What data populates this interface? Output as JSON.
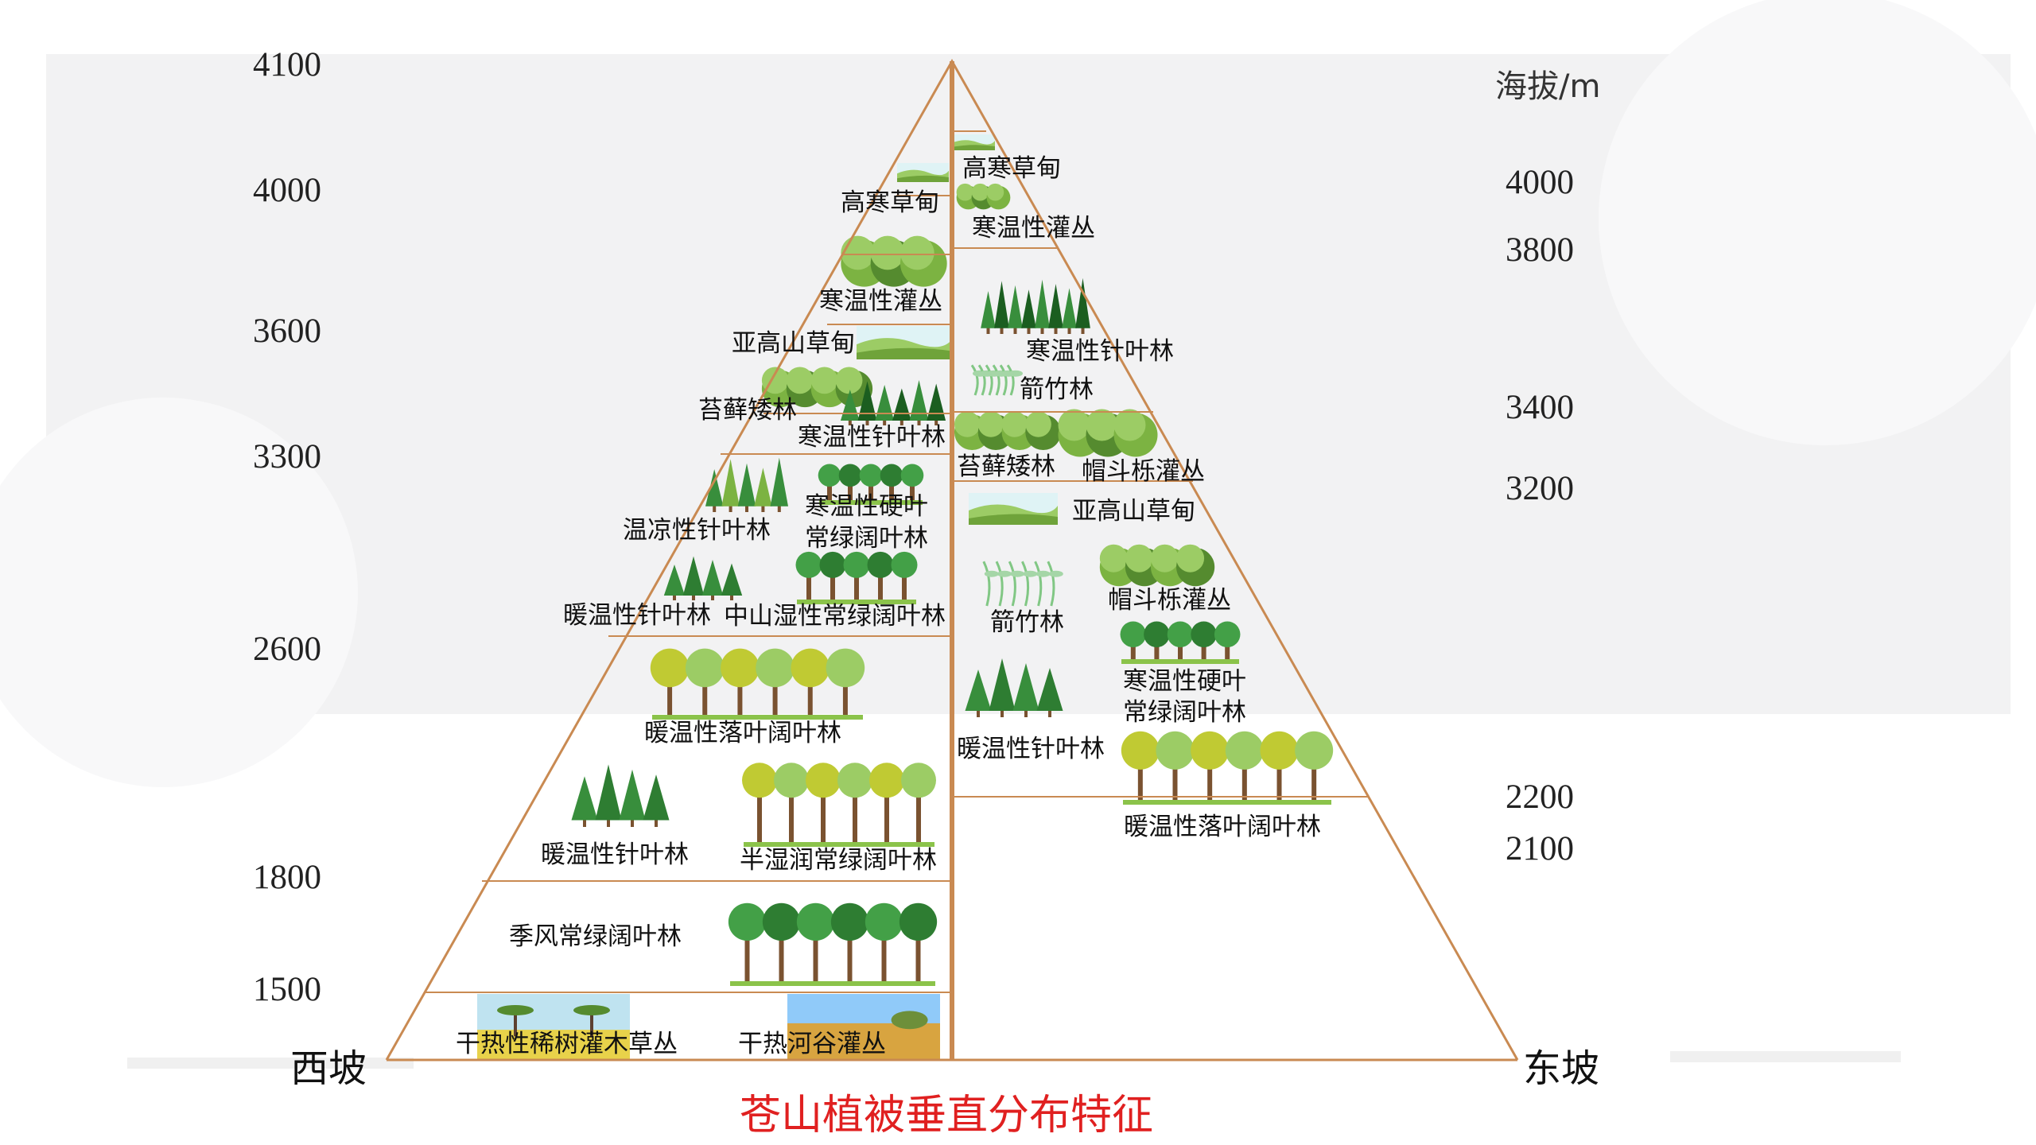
{
  "title": "苍山植被垂直分布特征",
  "west_slope_label": "西坡",
  "east_slope_label": "东坡",
  "altitude_unit": "海拔/m",
  "west_altitudes": [
    "4100",
    "4000",
    "3600",
    "3300",
    "2600",
    "1800",
    "1500"
  ],
  "east_altitudes": [
    "4000",
    "3800",
    "3400",
    "3200",
    "2200",
    "2100"
  ],
  "west_zones": [
    "高寒草甸",
    "寒温性灌丛",
    "亚高山草甸",
    "苔藓矮林",
    "寒温性针叶林",
    "温凉性针叶林",
    "寒温性硬叶",
    "常绿阔叶林",
    "暖温性针叶林",
    "中山湿性常绿阔叶林",
    "暖温性落叶阔叶林",
    "暖温性针叶林",
    "半湿润常绿阔叶林",
    "季风常绿阔叶林",
    "干热性稀树灌木草丛",
    "干热河谷灌丛"
  ],
  "east_zones": [
    "高寒草甸",
    "寒温性灌丛",
    "寒温性针叶林",
    "箭竹林",
    "苔藓矮林",
    "帽斗栎灌丛",
    "亚高山草甸",
    "帽斗栎灌丛",
    "箭竹林",
    "寒温性硬叶",
    "常绿阔叶林",
    "暖温性针叶林",
    "暖温性落叶阔叶林"
  ],
  "colors": {
    "frame": "#c98a52",
    "title": "#e02020",
    "tree_dark": "#2e7d32",
    "tree_light": "#8bc34a",
    "trunk": "#7a5230"
  },
  "icons": [
    "meadow-icon",
    "shrub-icon",
    "conifer-icon",
    "broadleaf-icon",
    "bamboo-icon",
    "savanna-icon",
    "valley-icon"
  ]
}
